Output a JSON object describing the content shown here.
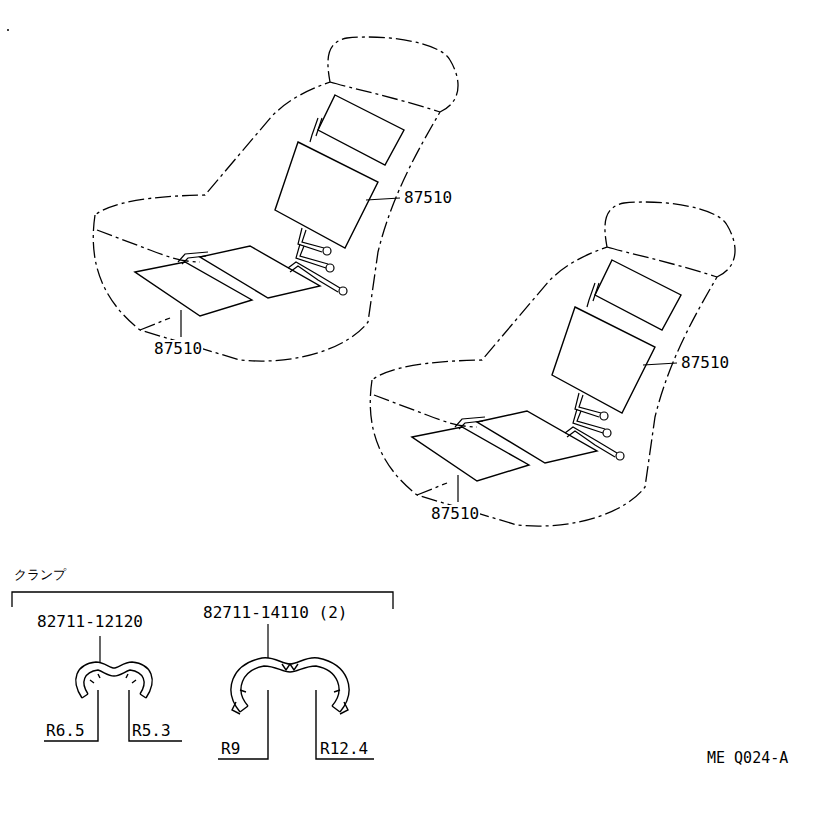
{
  "diagram": {
    "labels": [
      "87510",
      "87510",
      "87510",
      "87510",
      "クランプ",
      "82711-12120",
      "82711-14110 (2)",
      "R6.5",
      "R5.3",
      "R9",
      "R12.4",
      "ME Q024-A"
    ]
  }
}
